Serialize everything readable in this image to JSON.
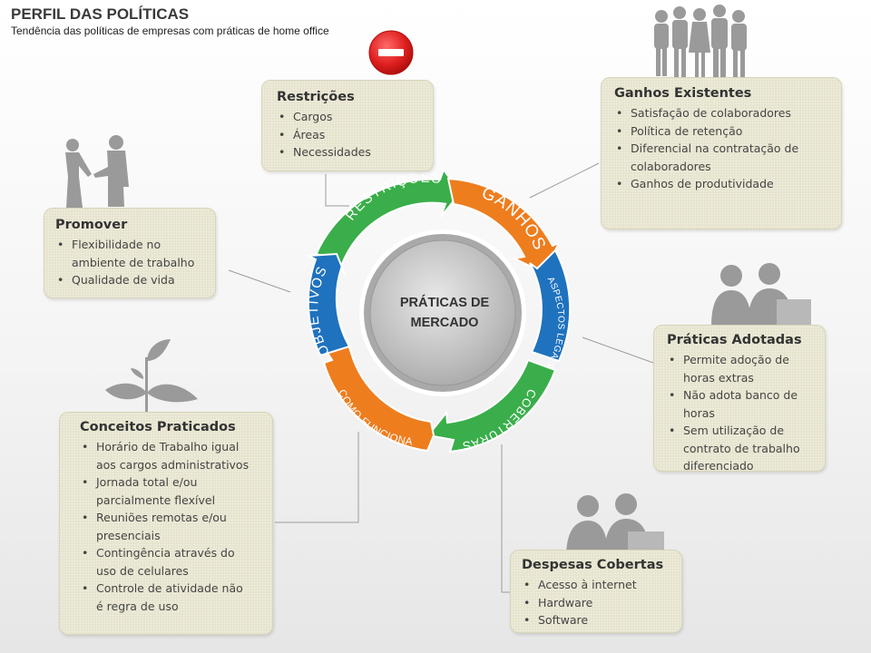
{
  "header": {
    "title": "PERFIL DAS POLÍTICAS",
    "subtitle": "Tendência das políticas de empresas com práticas de home office"
  },
  "center": {
    "line1": "PRÁTICAS DE",
    "line2": "MERCADO"
  },
  "ring": {
    "restricoes": "RESTRIÇÕES",
    "ganhos": "GANHOS",
    "aspectos": "ASPECTOS LEGAIS",
    "coberturas": "COBERTURAS",
    "como": "COMO FUNCIONA",
    "objetivos": "OBJETIVOS"
  },
  "boxes": {
    "restricoes": {
      "title": "Restrições",
      "items": [
        "Cargos",
        "Áreas",
        "Necessidades"
      ]
    },
    "ganhos": {
      "title": "Ganhos Existentes",
      "items": [
        "Satisfação de colaboradores",
        "Política de retenção",
        "Diferencial na contratação de colaboradores",
        "Ganhos de produtividade"
      ]
    },
    "promover": {
      "title": "Promover",
      "items": [
        "Flexibilidade no ambiente de trabalho",
        "Qualidade de vida"
      ]
    },
    "praticas": {
      "title": "Práticas Adotadas",
      "items": [
        "Permite adoção de horas extras",
        "Não adota banco de horas",
        "Sem utilização de contrato de trabalho diferenciado"
      ]
    },
    "conceitos": {
      "title": "Conceitos Praticados",
      "items": [
        "Horário de Trabalho igual aos cargos administrativos",
        "Jornada total e/ou parcialmente flexível",
        "Reuniões remotas e/ou presenciais",
        "Contingência através do uso de celulares",
        "Controle de atividade não é regra de uso"
      ]
    },
    "despesas": {
      "title": "Despesas Cobertas",
      "items": [
        "Acesso à internet",
        "Hardware",
        "Software"
      ]
    }
  },
  "colors": {
    "green": "#3aae4a",
    "orange": "#ee7d1e",
    "blue": "#1f72be",
    "box_bg": "#e6e3cd",
    "silhouette": "#9a9a9a",
    "stop_red": "#e02020"
  },
  "icons": [
    "stop-sign-icon",
    "business-team-icon",
    "handshake-icon",
    "plant-icon",
    "people-at-computer-icon"
  ]
}
